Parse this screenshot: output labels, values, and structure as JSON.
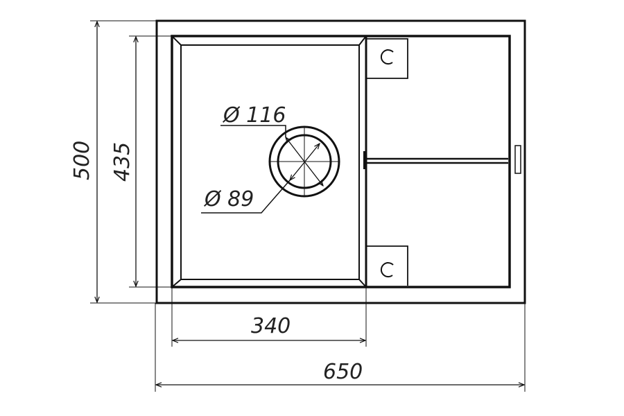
{
  "drawing": {
    "title": "Sink dimension drawing",
    "dimensions": {
      "overall_width": "650",
      "overall_depth": "500",
      "bowl_width": "340",
      "bowl_depth": "435",
      "drain_outer": "Ø 116",
      "drain_inner": "Ø 89"
    }
  }
}
